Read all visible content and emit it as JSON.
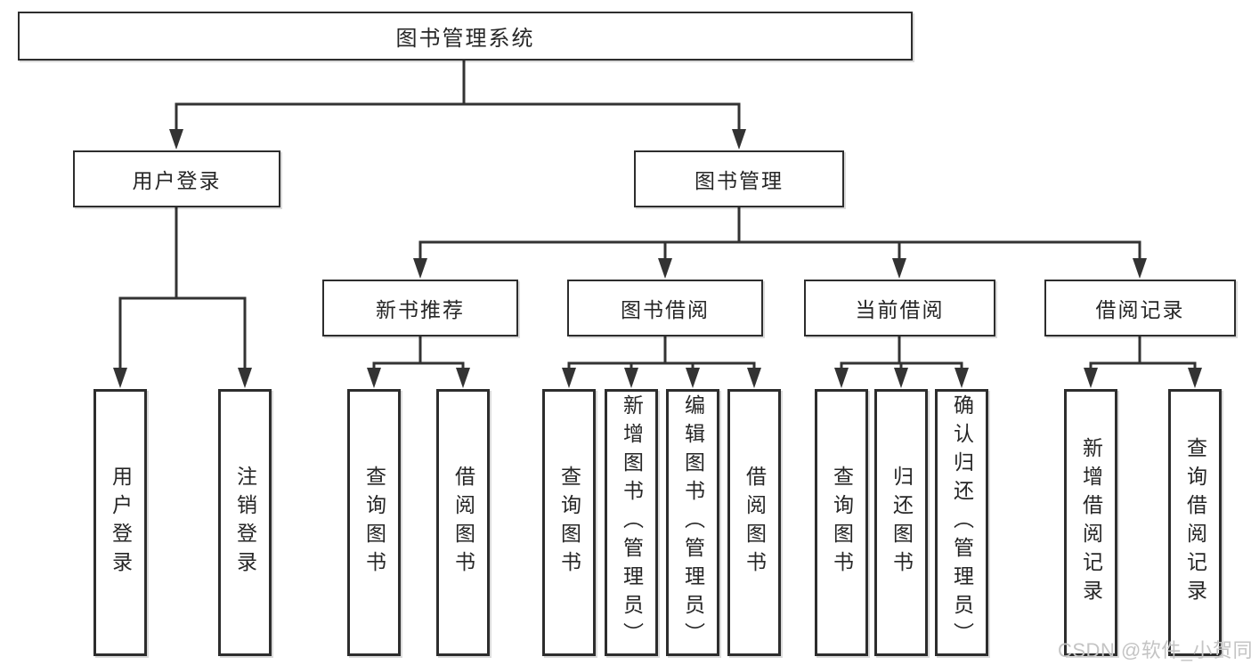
{
  "nodes": {
    "root": "图书管理系统",
    "level2": {
      "user_login": "用户登录",
      "book_management": "图书管理"
    },
    "level3": {
      "new_book_recommend": "新书推荐",
      "book_borrow": "图书借阅",
      "current_borrow": "当前借阅",
      "borrow_records": "借阅记录"
    },
    "leaves": {
      "user_login": [
        "用户登录",
        "注销登录"
      ],
      "new_book_recommend": [
        "查询图书",
        "借阅图书"
      ],
      "book_borrow": [
        "查询图书",
        "新增图书（管理员）",
        "编辑图书（管理员）",
        "借阅图书"
      ],
      "current_borrow": [
        "查询图书",
        "归还图书",
        "确认归还（管理员）"
      ],
      "borrow_records": [
        "新增借阅记录",
        "查询借阅记录"
      ]
    }
  },
  "watermark": "CSDN @软件_小贺同学",
  "colors": {
    "line": "#333333",
    "border": "#2d2d2d",
    "text": "#262626",
    "watermark": "#c4c4c4",
    "background": "#ffffff"
  }
}
